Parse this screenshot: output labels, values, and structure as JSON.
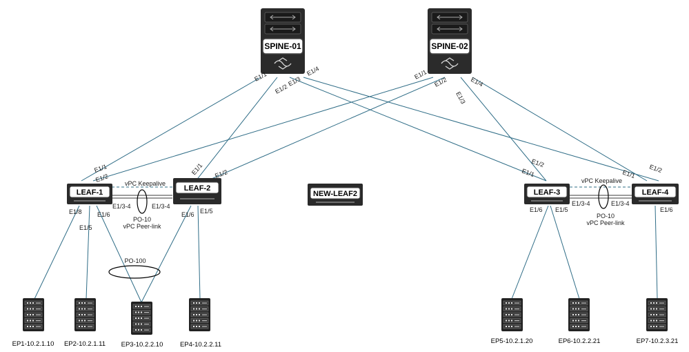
{
  "spines": [
    {
      "id": "spine-01",
      "label": "SPINE-01"
    },
    {
      "id": "spine-02",
      "label": "SPINE-02"
    }
  ],
  "leaves": [
    {
      "id": "leaf-1",
      "label": "LEAF-1"
    },
    {
      "id": "leaf-2",
      "label": "LEAF-2"
    },
    {
      "id": "new-leaf2",
      "label": "NEW-LEAF2"
    },
    {
      "id": "leaf-3",
      "label": "LEAF-3"
    },
    {
      "id": "leaf-4",
      "label": "LEAF-4"
    }
  ],
  "endpoints": [
    {
      "id": "ep1",
      "label": "EP1-10.2.1.10"
    },
    {
      "id": "ep2",
      "label": "EP2-10.2.1.11"
    },
    {
      "id": "ep3",
      "label": "EP3-10.2.2.10"
    },
    {
      "id": "ep4",
      "label": "EP4-10.2.2.11"
    },
    {
      "id": "ep5",
      "label": "EP5-10.2.1.20"
    },
    {
      "id": "ep6",
      "label": "EP6-10.2.2.21"
    },
    {
      "id": "ep7",
      "label": "EP7-10.2.3.21"
    }
  ],
  "vpc_left": {
    "keepalive": "vPC Keepalive",
    "port_left": "E1/3-4",
    "port_right": "E1/3-4",
    "po": "PO-10",
    "peer_link": "vPC Peer-link"
  },
  "vpc_right": {
    "keepalive": "vPC Keepalive",
    "port_left": "E1/3-4",
    "port_right": "E1/3-4",
    "po": "PO-10",
    "peer_link": "vPC Peer-link"
  },
  "po100": "PO-100",
  "ports": {
    "s1_e11": "E1/1",
    "s1_e12": "E1/2",
    "s1_e13": "E1/3",
    "s1_e14": "E1/4",
    "s2_e11": "E1/1",
    "s2_e12": "E1/2",
    "s2_e13": "E1/3",
    "s2_e14": "E1/4",
    "l1_e11": "E1/1",
    "l1_e12": "E1/2",
    "l1_e18": "E1/8",
    "l1_e15": "E1/5",
    "l1_e16": "E1/6",
    "l2_e11": "E1/1",
    "l2_e12": "E1/2",
    "l2_e16": "E1/6",
    "l2_e15": "E1/5",
    "l3_e11": "E1/1",
    "l3_e12": "E1/2",
    "l3_e16": "E1/6",
    "l3_e15": "E1/5",
    "l4_e11": "E1/1",
    "l4_e12": "E1/2",
    "l4_e16": "E1/6"
  }
}
